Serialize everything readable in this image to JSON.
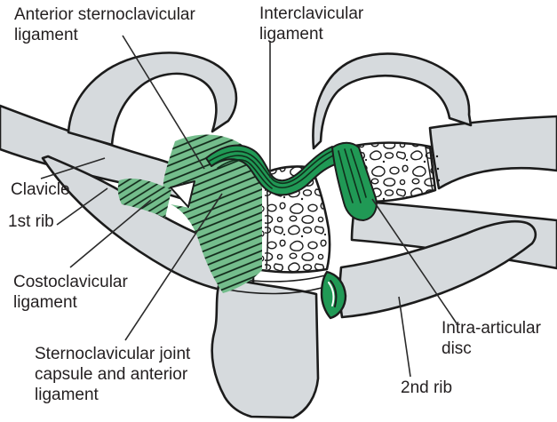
{
  "labels": {
    "anterior_sternoclavicular_ligament": "Anterior sternoclavicular\nligament",
    "interclavicular_ligament": "Interclavicular\nligament",
    "clavicle": "Clavicle",
    "first_rib": "1st rib",
    "costoclavicular_ligament": "Costoclavicular\nligament",
    "sternoclavicular_joint_capsule": "Sternoclavicular joint\ncapsule and anterior\nligament",
    "intra_articular_disc": "Intra-articular\ndisc",
    "second_rib": "2nd rib"
  },
  "colors": {
    "background": "#ffffff",
    "bone": "#d6dadd",
    "bone_outline": "#1c1c1c",
    "ligament_green": "#209955",
    "ligament_green_light": "#74bd8c",
    "section_white": "#ffffff",
    "text": "#231f20"
  }
}
